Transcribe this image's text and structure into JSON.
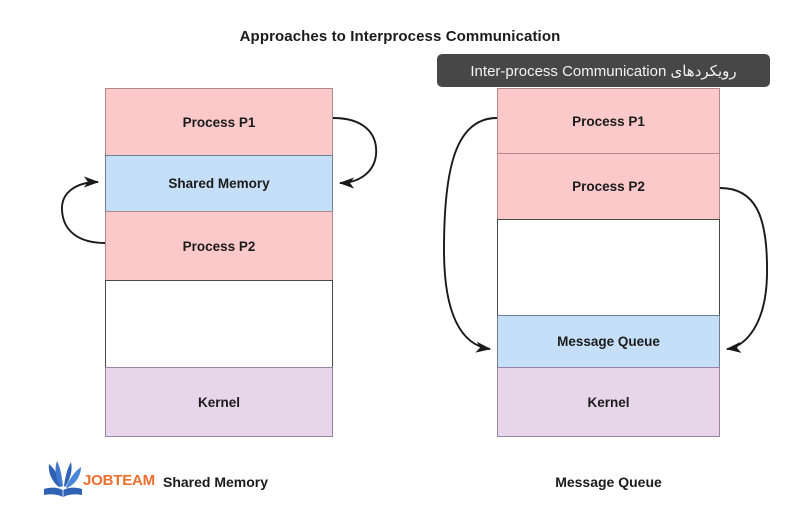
{
  "page": {
    "title": "Approaches to Interprocess Communication",
    "background": "#ffffff"
  },
  "tooltip": {
    "text": "رویکردهای Inter-process Communication",
    "background": "#474747",
    "text_color": "#f2f2f2"
  },
  "colors": {
    "process": "#fbc9c9",
    "shared_region": "#c6dff8",
    "kernel": "#e7d6ea",
    "empty": "#ffffff",
    "arrow": "#1a1a1a",
    "logo_orange": "#ee6f2d",
    "logo_blue": "#2f62b5"
  },
  "diagrams": [
    {
      "id": "shared-memory",
      "caption": "Shared Memory",
      "blocks": [
        {
          "label": "Process P1",
          "kind": "pink",
          "height": 68
        },
        {
          "label": "Shared Memory",
          "kind": "blue",
          "height": 57
        },
        {
          "label": "Process P2",
          "kind": "pink",
          "height": 70
        },
        {
          "label": "",
          "kind": "empty",
          "height": 88
        },
        {
          "label": "Kernel",
          "kind": "purple",
          "height": 70
        }
      ]
    },
    {
      "id": "message-queue",
      "caption": "Message Queue",
      "blocks": [
        {
          "label": "Process P1",
          "kind": "pink",
          "height": 66
        },
        {
          "label": "Process P2",
          "kind": "pink",
          "height": 67
        },
        {
          "label": "",
          "kind": "empty",
          "height": 97
        },
        {
          "label": "Message Queue",
          "kind": "blue",
          "height": 53
        },
        {
          "label": "Kernel",
          "kind": "purple",
          "height": 70
        }
      ]
    }
  ],
  "arrows": [
    {
      "name": "p1-to-shared-memory",
      "from": "Process P1",
      "to": "Shared Memory"
    },
    {
      "name": "p2-to-shared-memory",
      "from": "Process P2",
      "to": "Shared Memory"
    },
    {
      "name": "p1-to-message-queue",
      "from": "Process P1",
      "to": "Message Queue"
    },
    {
      "name": "p2-to-message-queue",
      "from": "Process P2",
      "to": "Message Queue"
    }
  ],
  "logo": {
    "text": "JOBTEAM",
    "mark": "open-book-icon"
  }
}
